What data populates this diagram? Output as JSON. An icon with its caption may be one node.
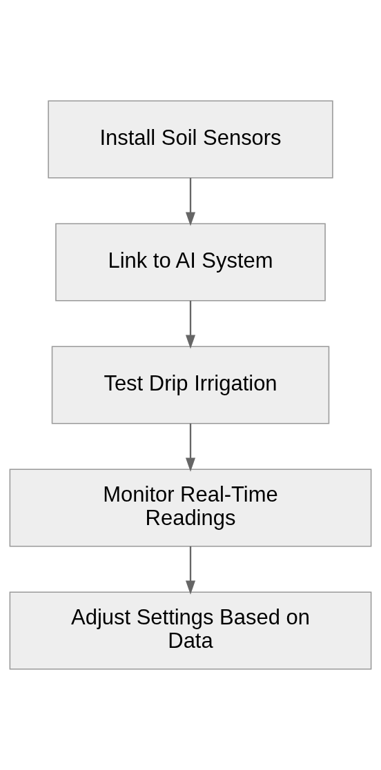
{
  "diagram": {
    "nodes": [
      {
        "text": [
          "Install Soil Sensors"
        ]
      },
      {
        "text": [
          "Link to AI System"
        ]
      },
      {
        "text": [
          "Test Drip Irrigation"
        ]
      },
      {
        "text": [
          "Monitor Real-Time Readings"
        ]
      },
      {
        "text": [
          "Adjust Settings Based on Data"
        ]
      }
    ],
    "edges": [
      {
        "from": 0,
        "to": 1,
        "arrow": "to"
      },
      {
        "from": 1,
        "to": 2,
        "arrow": "to"
      },
      {
        "from": 2,
        "to": 3,
        "arrow": "to"
      },
      {
        "from": 3,
        "to": 4,
        "arrow": "to"
      }
    ]
  }
}
